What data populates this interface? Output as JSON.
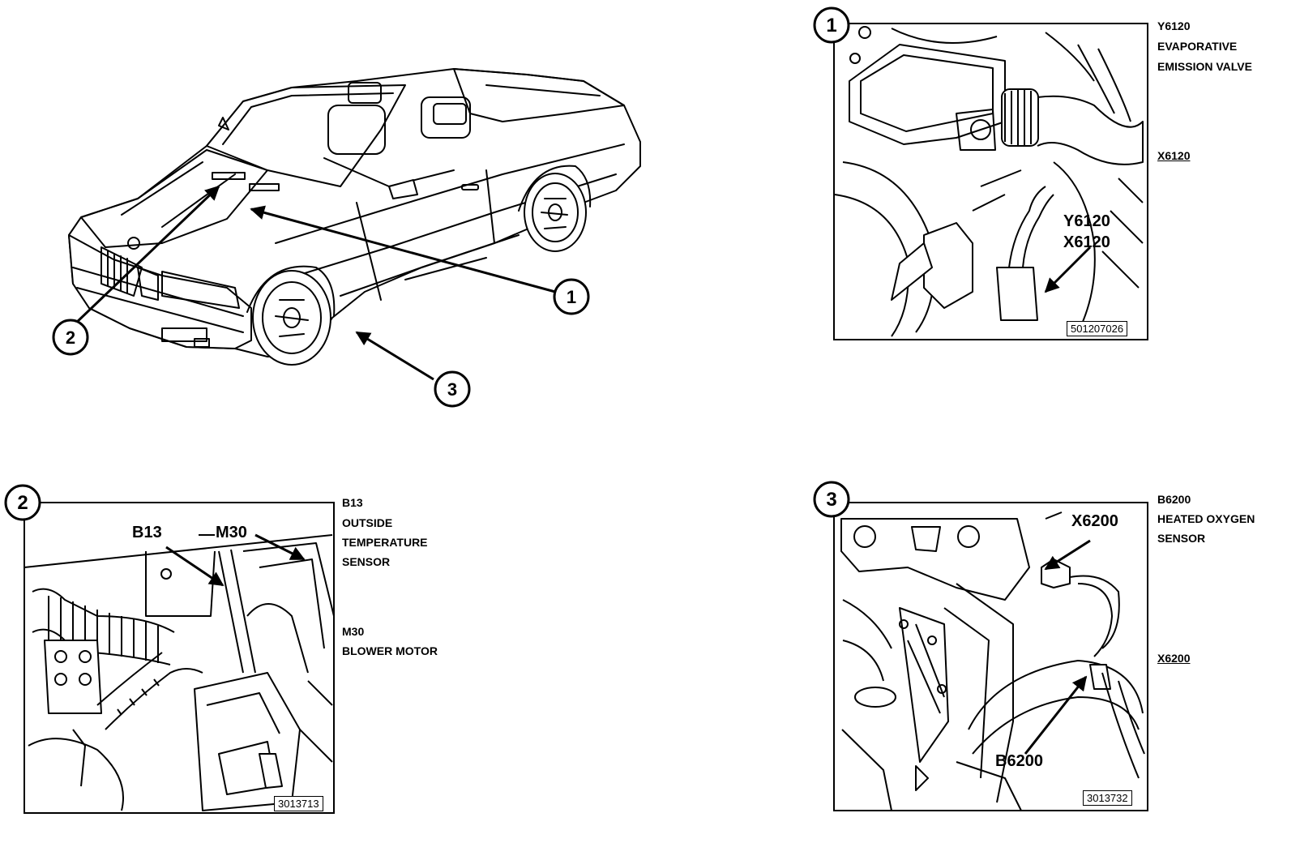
{
  "callouts": [
    "1",
    "2",
    "3"
  ],
  "panel1": {
    "number": "1",
    "ref": "501207026",
    "image_labels": [
      "Y6120",
      "X6120"
    ],
    "legend": {
      "component_code": "Y6120",
      "component_name_line1": "EVAPORATIVE",
      "component_name_line2": "EMISSION VALVE",
      "connector_code": "X6120"
    }
  },
  "panel2": {
    "number": "2",
    "ref": "3013713",
    "image_labels": [
      "B13",
      "M30"
    ],
    "legend": {
      "component1_code": "B13",
      "component1_line1": "OUTSIDE",
      "component1_line2": "TEMPERATURE",
      "component1_line3": "SENSOR",
      "component2_code": "M30",
      "component2_line1": "BLOWER MOTOR"
    }
  },
  "panel3": {
    "number": "3",
    "ref": "3013732",
    "image_labels": [
      "X6200",
      "B6200"
    ],
    "legend": {
      "component_code": "B6200",
      "component_name_line1": "HEATED OXYGEN",
      "component_name_line2": "SENSOR",
      "connector_code": "X6200"
    }
  },
  "colors": {
    "ink": "#000000",
    "paper": "#ffffff"
  }
}
